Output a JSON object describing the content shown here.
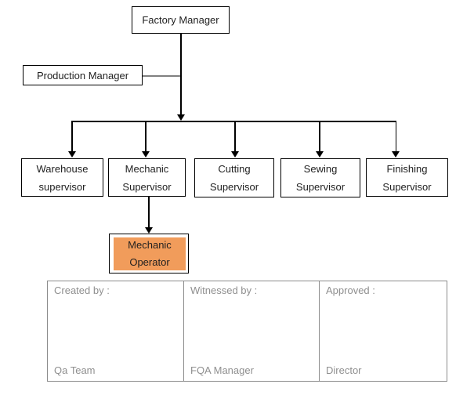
{
  "diagram": {
    "type": "org-chart",
    "nodes": {
      "factory_manager": {
        "label": "Factory Manager"
      },
      "production_manager": {
        "label": "Production Manager"
      },
      "warehouse_supervisor": {
        "label": "Warehouse supervisor"
      },
      "mechanic_supervisor": {
        "label": "Mechanic Supervisor"
      },
      "cutting_supervisor": {
        "label": "Cutting Supervisor"
      },
      "sewing_supervisor": {
        "label": "Sewing Supervisor"
      },
      "finishing_supervisor": {
        "label": "Finishing Supervisor"
      },
      "mechanic_operator": {
        "label": "Mechanic Operator",
        "highlighted": true,
        "fill": "#F19C5B"
      }
    },
    "edges": [
      "Factory Manager -> Warehouse supervisor",
      "Factory Manager -> Mechanic Supervisor",
      "Factory Manager -> Cutting Supervisor",
      "Factory Manager -> Sewing Supervisor",
      "Factory Manager -> Finishing Supervisor",
      "Production Manager - (side link to Factory Manager line)",
      "Mechanic Supervisor -> Mechanic Operator"
    ]
  },
  "signoff_table": {
    "cells": [
      {
        "label": "Created by :",
        "value": "Qa Team"
      },
      {
        "label": "Witnessed by :",
        "value": "FQA Manager"
      },
      {
        "label": "Approved :",
        "value": "Director"
      }
    ]
  },
  "colors": {
    "node_border": "#000000",
    "operator_fill": "#F19C5B",
    "side_connector_gray": "#808080",
    "table_border_and_text": "#8C8C8C"
  }
}
